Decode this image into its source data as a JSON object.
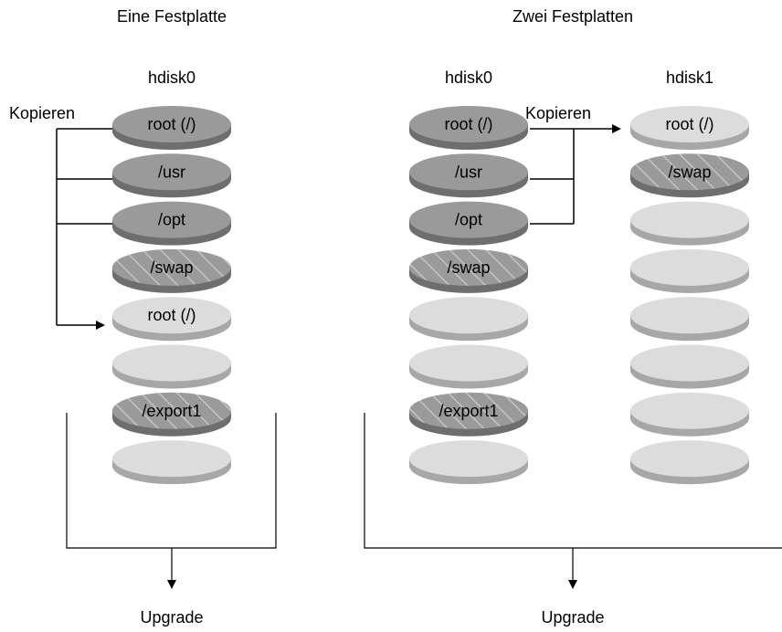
{
  "panels": {
    "single": {
      "title": "Eine Festplatte",
      "disk_label": "hdisk0",
      "copy_label": "Kopieren",
      "upgrade_label": "Upgrade",
      "slices": [
        {
          "label": "root (/)",
          "kind": "active"
        },
        {
          "label": "/usr",
          "kind": "active"
        },
        {
          "label": "/opt",
          "kind": "active"
        },
        {
          "label": "/swap",
          "kind": "shared"
        },
        {
          "label": "root (/)",
          "kind": "inactive"
        },
        {
          "label": "",
          "kind": "inactive"
        },
        {
          "label": "/export1",
          "kind": "shared"
        },
        {
          "label": "",
          "kind": "inactive"
        }
      ]
    },
    "two": {
      "title": "Zwei Festplatten",
      "disk0_label": "hdisk0",
      "disk1_label": "hdisk1",
      "copy_label": "Kopieren",
      "upgrade_label": "Upgrade",
      "disk0_slices": [
        {
          "label": "root (/)",
          "kind": "active"
        },
        {
          "label": "/usr",
          "kind": "active"
        },
        {
          "label": "/opt",
          "kind": "active"
        },
        {
          "label": "/swap",
          "kind": "shared"
        },
        {
          "label": "",
          "kind": "inactive"
        },
        {
          "label": "",
          "kind": "inactive"
        },
        {
          "label": "/export1",
          "kind": "shared"
        },
        {
          "label": "",
          "kind": "inactive"
        }
      ],
      "disk1_slices": [
        {
          "label": "root (/)",
          "kind": "inactive"
        },
        {
          "label": "/swap",
          "kind": "shared"
        },
        {
          "label": "",
          "kind": "inactive"
        },
        {
          "label": "",
          "kind": "inactive"
        },
        {
          "label": "",
          "kind": "inactive"
        },
        {
          "label": "",
          "kind": "inactive"
        },
        {
          "label": "",
          "kind": "inactive"
        },
        {
          "label": "",
          "kind": "inactive"
        }
      ]
    }
  },
  "colors": {
    "active_top": "#9a9a9a",
    "active_side": "#6e6e6e",
    "inactive_top": "#dcdcdc",
    "inactive_side": "#a7a7a7",
    "shared_top": "#9a9a9a",
    "shared_side": "#6e6e6e",
    "hatch": "#c4c4c4"
  }
}
